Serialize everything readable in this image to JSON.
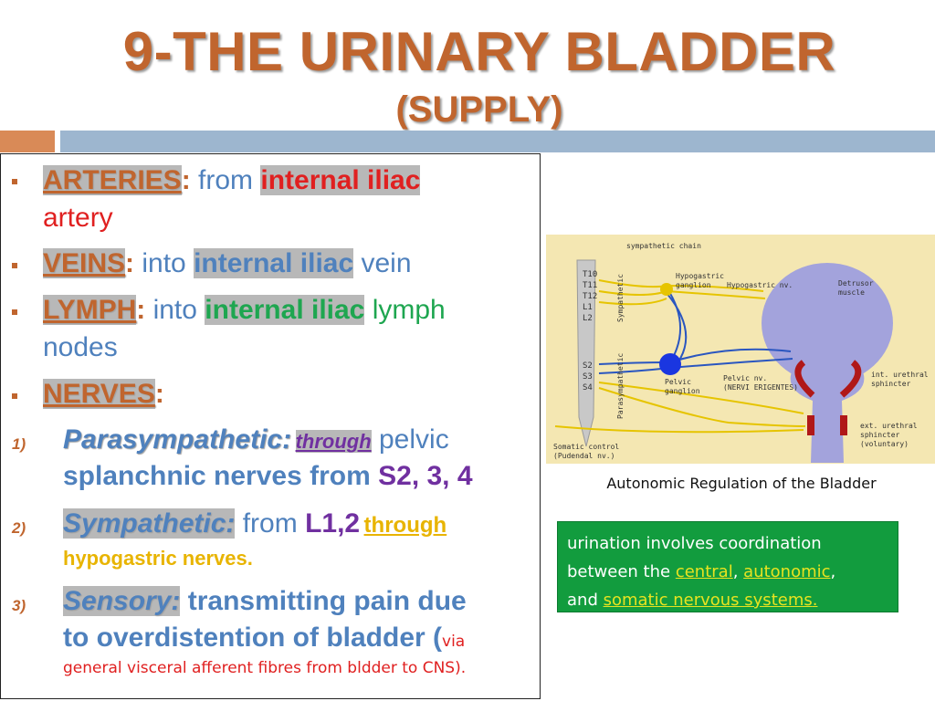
{
  "title": "9-THE URINARY BLADDER",
  "subtitle": "(SUPPLY)",
  "arteries": {
    "label": "ARTERIES",
    "colon": ":",
    "from": " from ",
    "hl": "internal iliac",
    "rest": "artery"
  },
  "veins": {
    "label": "VEINS",
    "colon": ":",
    "into": " into ",
    "hl": "internal iliac",
    "rest": " vein"
  },
  "lymph": {
    "label": "LYMPH",
    "colon": ":",
    "into": " into ",
    "hl": "internal iliac",
    "rest1": " lymph",
    "rest2": "nodes"
  },
  "nerves": {
    "label": "NERVES",
    "colon": ":"
  },
  "para": {
    "num": "1)",
    "label": "Parasympathetic:",
    "through": "through",
    "pelvic": " pelvic",
    "line2a": "splanchnic nerves from ",
    "line2b": "S2, 3, 4"
  },
  "symp": {
    "num": "2)",
    "label": "Sympathetic:",
    "from": " from ",
    "levels": "L1,2",
    "through": "through",
    "line2": "hypogastric nerves."
  },
  "sens": {
    "num": "3)",
    "label": "Sensory:",
    "text1": " transmitting pain due",
    "text2": "to overdistention of bladder (",
    "via": "via",
    "line3": "general visceral afferent fibres from bldder to CNS)."
  },
  "diagram": {
    "sympathetic_chain": "sympathetic chain",
    "levels_upper": [
      "T10",
      "T11",
      "T12",
      "L1",
      "L2"
    ],
    "levels_lower": [
      "S2",
      "S3",
      "S4"
    ],
    "sympathetic": "Sympathetic",
    "parasympathetic": "Parasympathetic",
    "hypogastric_ganglion": [
      "Hypogastric",
      "ganglion"
    ],
    "hypogastric_nv": "Hypogastric nv.",
    "detrusor": [
      "Detrusor",
      "muscle"
    ],
    "pelvic_ganglion": [
      "Pelvic",
      "ganglion"
    ],
    "pelvic_nv": [
      "Pelvic nv.",
      "(NERVI ERIGENTES)"
    ],
    "int_sphincter": [
      "int. urethral",
      "sphincter"
    ],
    "ext_sphincter": [
      "ext. urethral",
      "sphincter",
      "(voluntary)"
    ],
    "somatic": [
      "Somatic control",
      "(Pudendal nv.)"
    ]
  },
  "caption": "Autonomic Regulation of the Bladder",
  "greenbox": {
    "line1": "urination involves coordination",
    "line2a": "between the ",
    "central": "central",
    "comma": ",",
    "autonomic": "autonomic",
    "comma2": ",",
    "line3a": "and ",
    "somatic": "somatic nervous systems",
    "period": "."
  },
  "colors": {
    "title": "#c0652e",
    "accent_blue": "#4f81bd",
    "red": "#e02020",
    "purple": "#7030a0",
    "green": "#1ea650",
    "yellow": "#e8b400",
    "box_green": "#129c3e"
  }
}
